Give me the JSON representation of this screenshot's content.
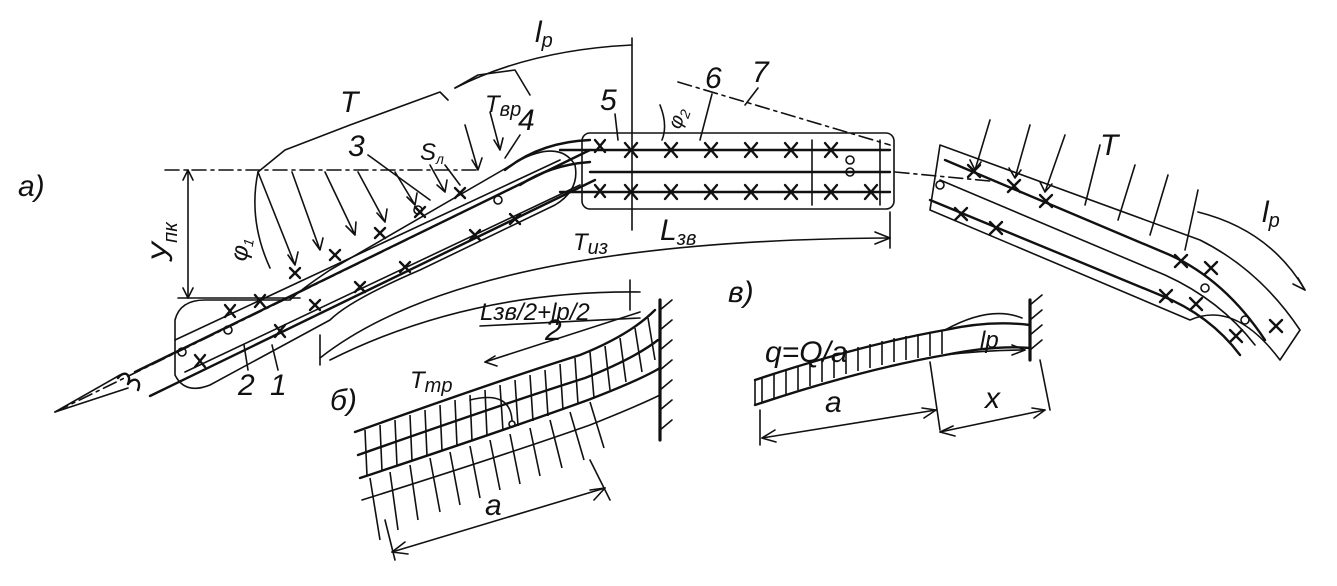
{
  "figure": {
    "panel_a_label": "а)",
    "panel_b_label": "б)",
    "panel_c_label": "в)",
    "numbers": [
      "1",
      "2",
      "3",
      "4",
      "5",
      "6",
      "7"
    ],
    "labels": {
      "l_p": "l",
      "p_sub": "р",
      "T": "Т",
      "T_vr": "Т",
      "vr_sub": "вр",
      "S_l": "S",
      "l_sub": "л",
      "phi1": "φ",
      "phi1_sub": "1",
      "phi2": "φ",
      "phi2_sub": "2",
      "Y_pk": "У",
      "pk_sub": "пк",
      "T_iz": "Т",
      "iz_sub": "из",
      "L_zv": "L",
      "zv_sub": "зв",
      "T_mp": "Т",
      "mp_sub": "mp",
      "frac_top": "Lзв/2+lр/2",
      "frac_bottom": "2",
      "a_b": "a",
      "q_eq": "q=Q/a",
      "a_c": "a",
      "x_c": "x",
      "l_p_c": "lр"
    }
  }
}
